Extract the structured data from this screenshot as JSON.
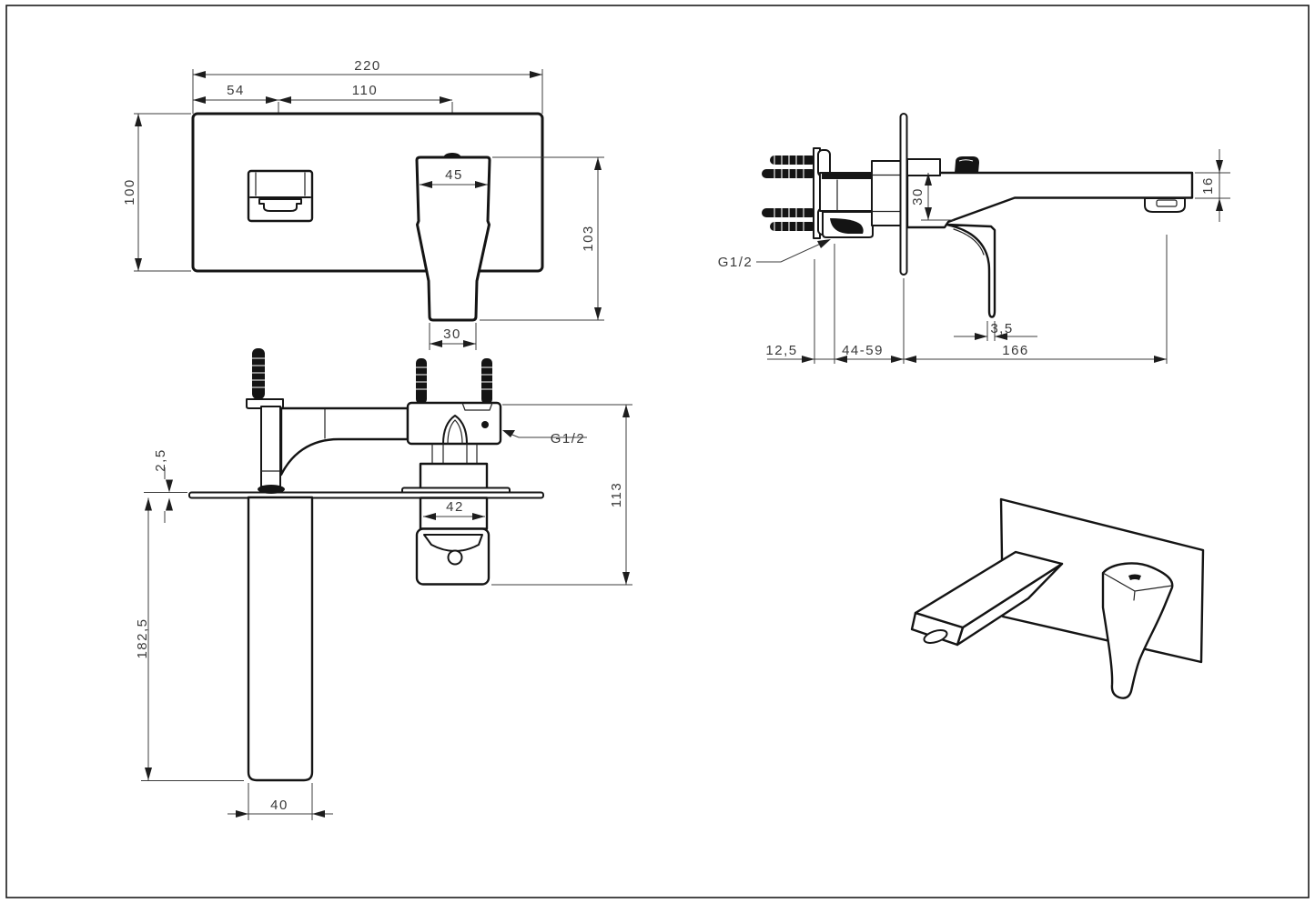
{
  "sheet": {
    "background": "#ffffff",
    "line_color": "#141414",
    "dim_color": "#3a3a3a"
  },
  "front_view": {
    "dims": {
      "plate_width": "220",
      "spout_offset": "54",
      "spout_to_handle": "110",
      "plate_height": "100",
      "handle_top_width": "45",
      "handle_length": "103",
      "handle_bottom_width": "30"
    }
  },
  "side_view": {
    "thread_label": "G1/2",
    "dims": {
      "body_drop": "30",
      "spout_end_height": "16",
      "handle_tip": "3,5",
      "bracket_depth": "12,5",
      "mounting_depth_range": "44-59",
      "spout_reach": "166"
    }
  },
  "plan_view": {
    "thread_label": "G1/2",
    "dims": {
      "plate_thickness": "2,5",
      "spout_length": "182,5",
      "spout_width": "40",
      "cartridge_width": "42",
      "body_depth": "113"
    }
  }
}
